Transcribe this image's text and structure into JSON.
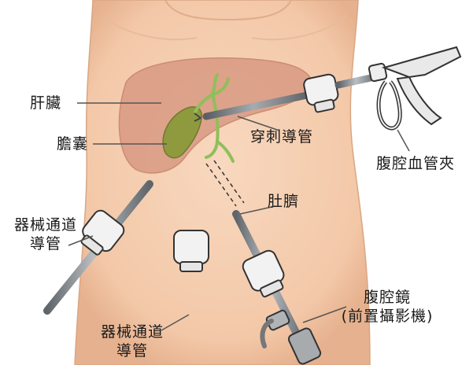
{
  "labels": {
    "liver": "肝臟",
    "gallbladder": "膽囊",
    "puncture_catheter": "穿刺導管",
    "laparoscopic_clamp": "腹腔血管夾",
    "instrument_channel_left": [
      "器械通道",
      "導管"
    ],
    "instrument_channel_center": [
      "器械通道",
      "導管"
    ],
    "navel": "肚臍",
    "laparoscope": [
      "腹腔鏡",
      "(前置攝影機)"
    ]
  },
  "colors": {
    "skin": "#f5cfb2",
    "skin_shadow": "#e8b693",
    "liver": "#d99a83",
    "gallbladder": "#8f9a3f",
    "bile_duct": "#8fbf5a",
    "tube": "#8a8f93",
    "trocar": "#f2f2f2",
    "line": "#555555",
    "text": "#1a1a1a"
  },
  "icons": [
    "trocar-port-icon",
    "clamp-icon",
    "camera-cable-icon"
  ]
}
